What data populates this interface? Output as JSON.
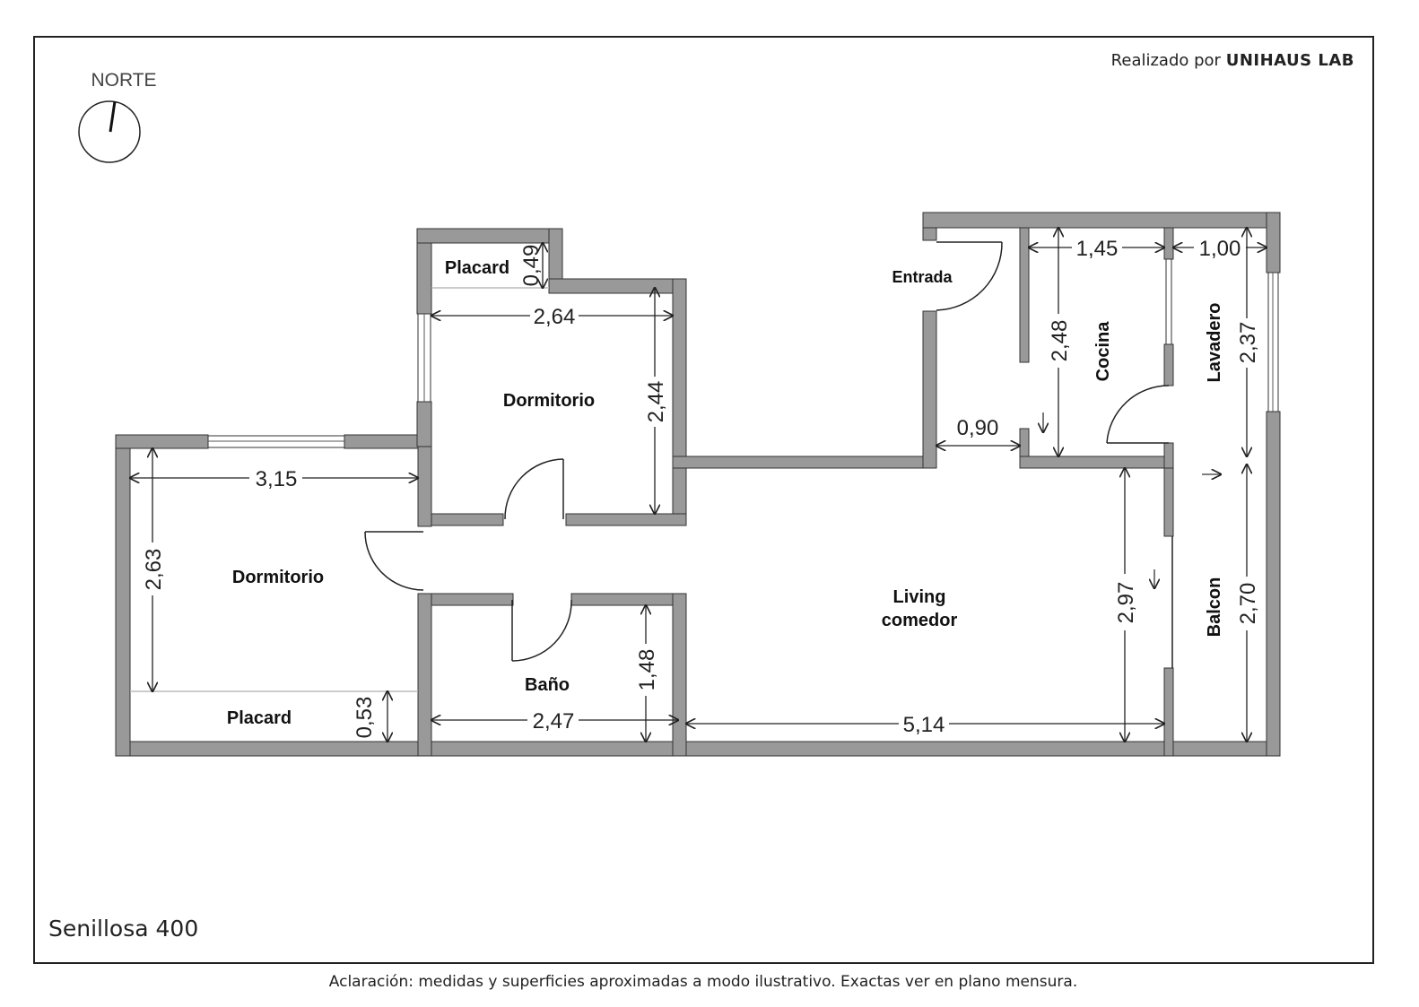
{
  "credit": {
    "prefix": "Realizado por",
    "brand": "UNIHAUS LAB"
  },
  "compass": {
    "label": "NORTE"
  },
  "property_title": "Senillosa 400",
  "disclaimer": "Aclaración: medidas y superficies aproximadas a modo ilustrativo. Exactas ver en plano mensura.",
  "colors": {
    "wall": "#999999",
    "wall_edge": "#333333",
    "frame": "#222222"
  },
  "rooms": {
    "placard_top": "Placard",
    "dormitorio_top": "Dormitorio",
    "dormitorio_left": "Dormitorio",
    "placard_bottom": "Placard",
    "bano": "Baño",
    "living_line1": "Living",
    "living_line2": "comedor",
    "entrada": "Entrada",
    "cocina": "Cocina",
    "lavadero": "Lavadero",
    "balcon": "Balcon"
  },
  "dimensions": {
    "placard_top_depth": "0,49",
    "dormitorio_top_width": "2,64",
    "dormitorio_top_depth": "2,44",
    "dormitorio_left_width": "3,15",
    "dormitorio_left_depth": "2,63",
    "placard_bottom_depth": "0,53",
    "bano_width": "2,47",
    "bano_depth": "1,48",
    "living_width": "5,14",
    "living_depth": "2,97",
    "entrance_gap": "0,90",
    "cocina_width": "1,45",
    "cocina_depth": "2,48",
    "lavadero_width": "1,00",
    "lavadero_depth": "2,37",
    "balcon_depth": "2,70"
  }
}
